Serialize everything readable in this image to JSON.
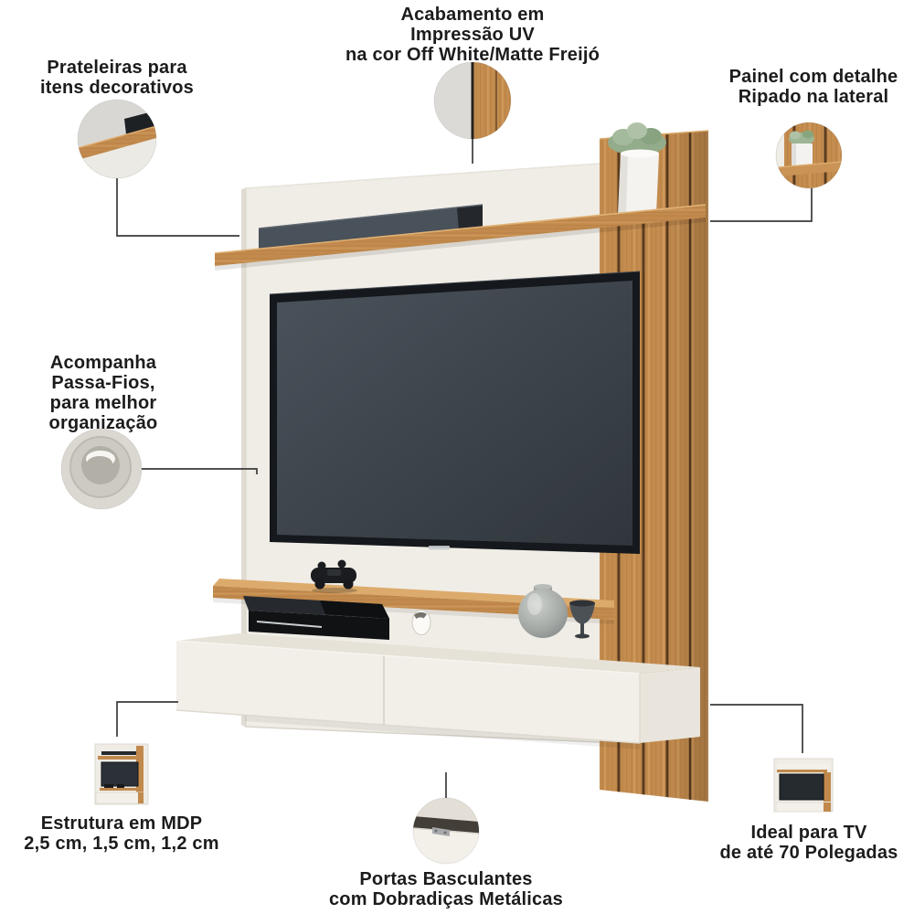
{
  "callouts": {
    "finish": {
      "lines": [
        "Acabamento em",
        "Impressão UV",
        "na cor Off White/Matte Freijó"
      ]
    },
    "shelves": {
      "lines": [
        "Prateleiras para",
        "itens decorativos"
      ]
    },
    "slats": {
      "lines": [
        "Painel com detalhe",
        "Ripado na lateral"
      ]
    },
    "cable_management": {
      "lines": [
        "Acompanha",
        "Passa-Fios,",
        "para melhor",
        "organização"
      ]
    },
    "structure": {
      "lines": [
        "Estrutura em MDP",
        "2,5 cm, 1,5 cm, 1,2 cm"
      ]
    },
    "doors": {
      "lines": [
        "Portas Basculantes",
        "com Dobradiças Metálicas"
      ]
    },
    "tv_size": {
      "lines": [
        "Ideal para TV",
        "de até 70 Polegadas"
      ]
    }
  },
  "colors": {
    "background": "#FFFFFF",
    "panel_off_white": "#F0EDE6",
    "wood": "#C1894C",
    "wood_groove": "#5A3B1E",
    "tv_screen": "#3C434A",
    "text": "#1C1C1C",
    "callout_line": "#3A3A3A"
  }
}
